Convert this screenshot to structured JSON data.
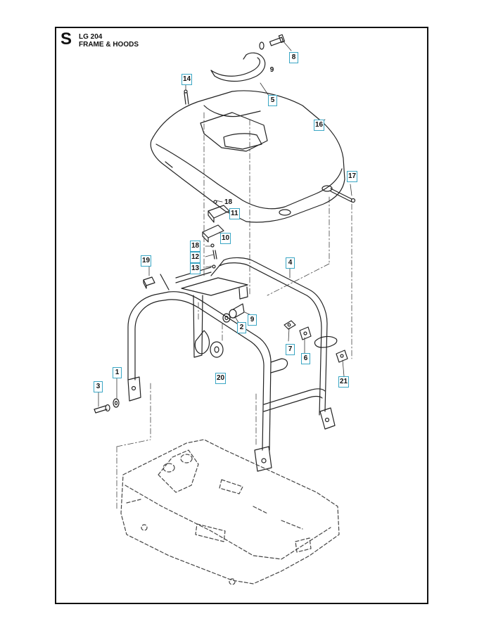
{
  "header": {
    "letter": "S",
    "model": "LG 204",
    "title": "FRAME & HOODS"
  },
  "colors": {
    "callout_border": "#3aa6c4",
    "line": "#222222",
    "frame": "#111111"
  },
  "callouts": [
    {
      "id": "c1",
      "label": "1",
      "boxed": true
    },
    {
      "id": "c2",
      "label": "2",
      "boxed": true
    },
    {
      "id": "c3",
      "label": "3",
      "boxed": true
    },
    {
      "id": "c4",
      "label": "4",
      "boxed": true
    },
    {
      "id": "c5",
      "label": "5",
      "boxed": true
    },
    {
      "id": "c6",
      "label": "6",
      "boxed": true
    },
    {
      "id": "c7",
      "label": "7",
      "boxed": true
    },
    {
      "id": "c8",
      "label": "8",
      "boxed": true
    },
    {
      "id": "c9a",
      "label": "9",
      "boxed": false
    },
    {
      "id": "c9b",
      "label": "9",
      "boxed": true
    },
    {
      "id": "c10",
      "label": "10",
      "boxed": true
    },
    {
      "id": "c11",
      "label": "11",
      "boxed": true
    },
    {
      "id": "c12",
      "label": "12",
      "boxed": true
    },
    {
      "id": "c13",
      "label": "13",
      "boxed": true
    },
    {
      "id": "c14",
      "label": "14",
      "boxed": true
    },
    {
      "id": "c16",
      "label": "16",
      "boxed": true
    },
    {
      "id": "c17",
      "label": "17",
      "boxed": true
    },
    {
      "id": "c18a",
      "label": "18",
      "boxed": false
    },
    {
      "id": "c18b",
      "label": "18",
      "boxed": true
    },
    {
      "id": "c19",
      "label": "19",
      "boxed": true
    },
    {
      "id": "c20",
      "label": "20",
      "boxed": true
    },
    {
      "id": "c21",
      "label": "21",
      "boxed": true
    }
  ]
}
